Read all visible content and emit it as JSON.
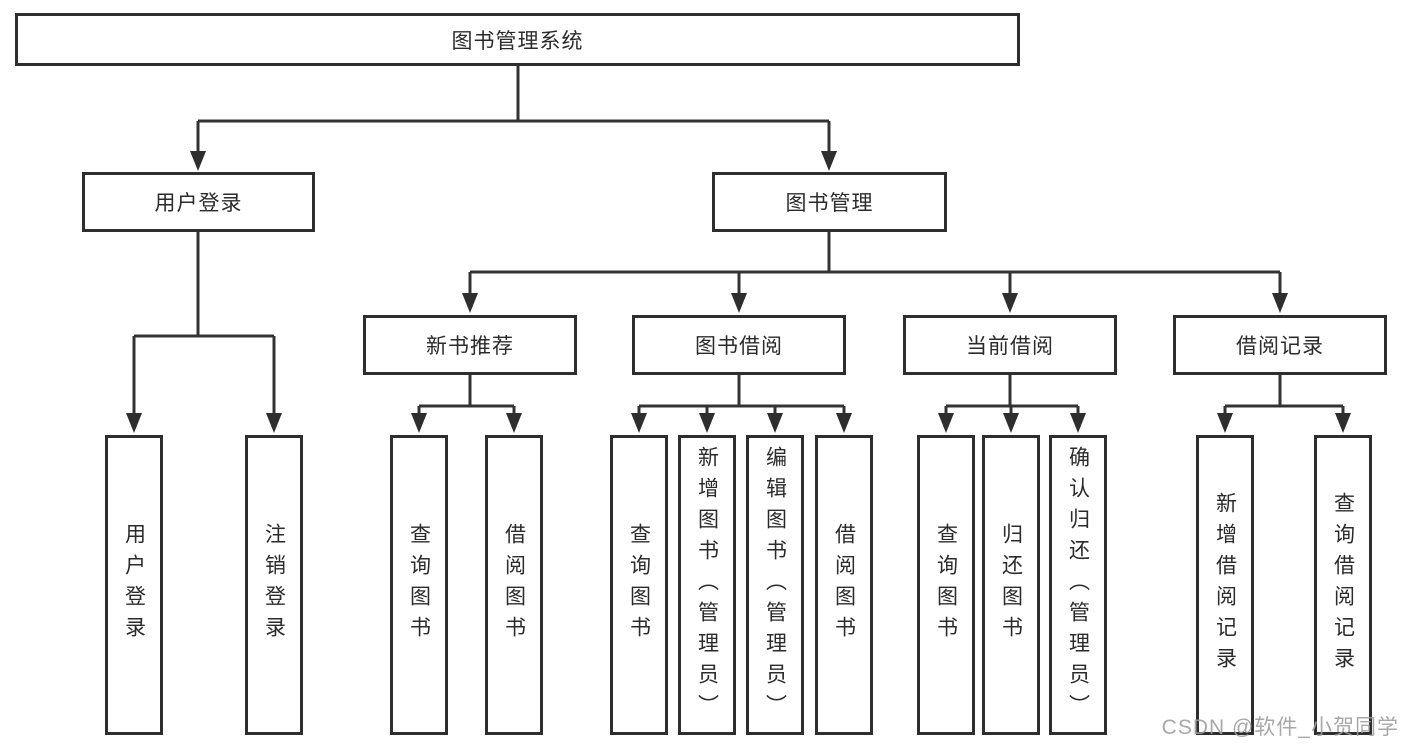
{
  "diagram": {
    "type": "hierarchy-tree",
    "title": "图书管理系统",
    "nodes": {
      "root": "图书管理系统",
      "user_login": "用户登录",
      "book_mgmt": "图书管理",
      "new_rec": "新书推荐",
      "book_borrow": "图书借阅",
      "current_borrow": "当前借阅",
      "borrow_record": "借阅记录",
      "leaf_user_login": "用户登录",
      "leaf_logout": "注销登录",
      "leaf_rec_query": "查询图书",
      "leaf_rec_borrow": "借阅图书",
      "leaf_bor_query": "查询图书",
      "leaf_bor_add": "新增图书（管理员）",
      "leaf_bor_edit": "编辑图书（管理员）",
      "leaf_bor_borrow": "借阅图书",
      "leaf_cur_query": "查询图书",
      "leaf_cur_return": "归还图书",
      "leaf_cur_confirm": "确认归还（管理员）",
      "leaf_rec_add_record": "新增借阅记录",
      "leaf_rec_query_record": "查询借阅记录"
    },
    "edges": [
      [
        "root",
        "user_login"
      ],
      [
        "root",
        "book_mgmt"
      ],
      [
        "user_login",
        "leaf_user_login"
      ],
      [
        "user_login",
        "leaf_logout"
      ],
      [
        "book_mgmt",
        "new_rec"
      ],
      [
        "book_mgmt",
        "book_borrow"
      ],
      [
        "book_mgmt",
        "current_borrow"
      ],
      [
        "book_mgmt",
        "borrow_record"
      ],
      [
        "new_rec",
        "leaf_rec_query"
      ],
      [
        "new_rec",
        "leaf_rec_borrow"
      ],
      [
        "book_borrow",
        "leaf_bor_query"
      ],
      [
        "book_borrow",
        "leaf_bor_add"
      ],
      [
        "book_borrow",
        "leaf_bor_edit"
      ],
      [
        "book_borrow",
        "leaf_bor_borrow"
      ],
      [
        "current_borrow",
        "leaf_cur_query"
      ],
      [
        "current_borrow",
        "leaf_cur_return"
      ],
      [
        "current_borrow",
        "leaf_cur_confirm"
      ],
      [
        "borrow_record",
        "leaf_rec_add_record"
      ],
      [
        "borrow_record",
        "leaf_rec_query_record"
      ]
    ],
    "colors": {
      "line": "#333333",
      "box_border": "#2e2e2e",
      "text": "#2b2b2b",
      "background": "#ffffff",
      "watermark": "#9e9e9e"
    }
  },
  "watermark": "CSDN @软件_小贺同学"
}
